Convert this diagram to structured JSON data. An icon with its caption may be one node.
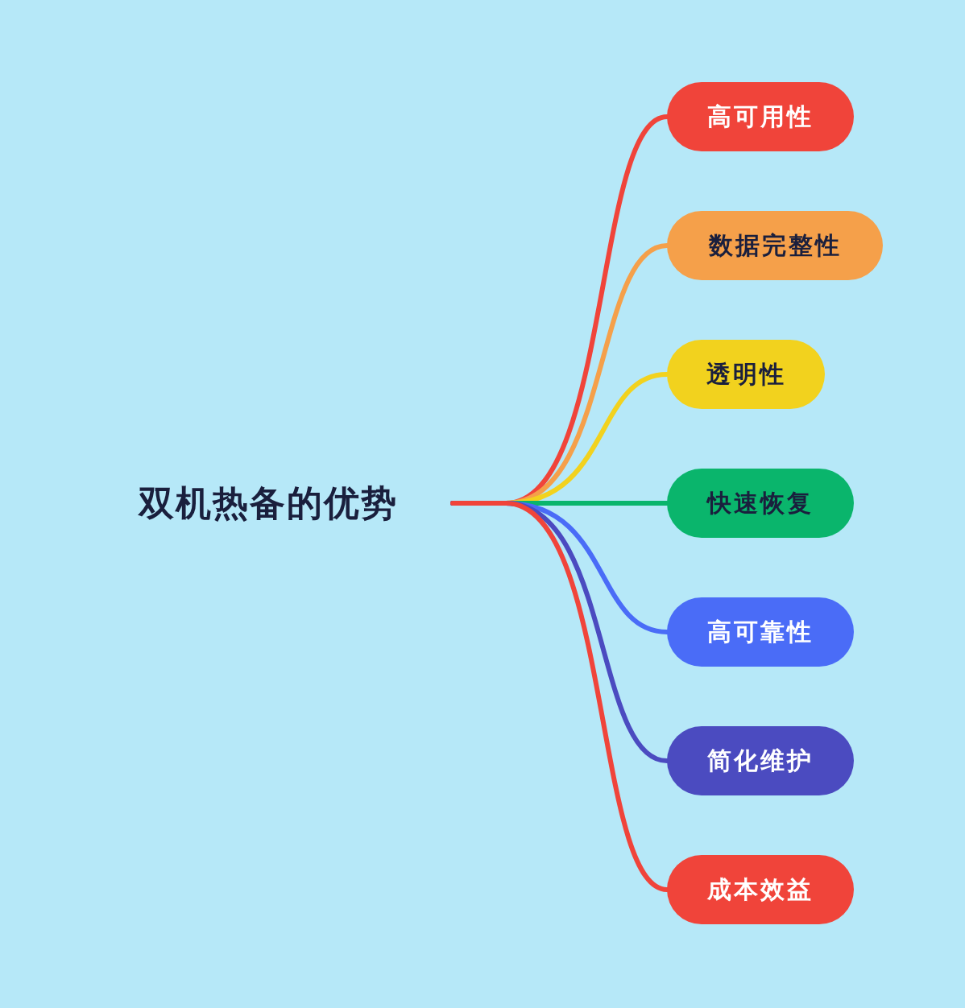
{
  "diagram": {
    "nodes": [
      {
        "text": [
          "双机热备的优势"
        ]
      },
      {
        "text": [
          "高可用性"
        ]
      },
      {
        "text": [
          "数据完整性"
        ]
      },
      {
        "text": [
          "透明性"
        ]
      },
      {
        "text": [
          "快速恢复"
        ]
      },
      {
        "text": [
          "高可靠性"
        ]
      },
      {
        "text": [
          "简化维护"
        ]
      },
      {
        "text": [
          "成本效益"
        ]
      }
    ],
    "edges": [
      {
        "from": 0,
        "to": 1,
        "arrow": "none",
        "color": "#f0443a"
      },
      {
        "from": 0,
        "to": 2,
        "arrow": "none",
        "color": "#f5a04a"
      },
      {
        "from": 0,
        "to": 3,
        "arrow": "none",
        "color": "#f2d21e"
      },
      {
        "from": 0,
        "to": 4,
        "arrow": "none",
        "color": "#0ab56c"
      },
      {
        "from": 0,
        "to": 5,
        "arrow": "none",
        "color": "#4a6cf7"
      },
      {
        "from": 0,
        "to": 6,
        "arrow": "none",
        "color": "#4b4bc0"
      },
      {
        "from": 0,
        "to": 7,
        "arrow": "none",
        "color": "#f0443a"
      }
    ]
  }
}
